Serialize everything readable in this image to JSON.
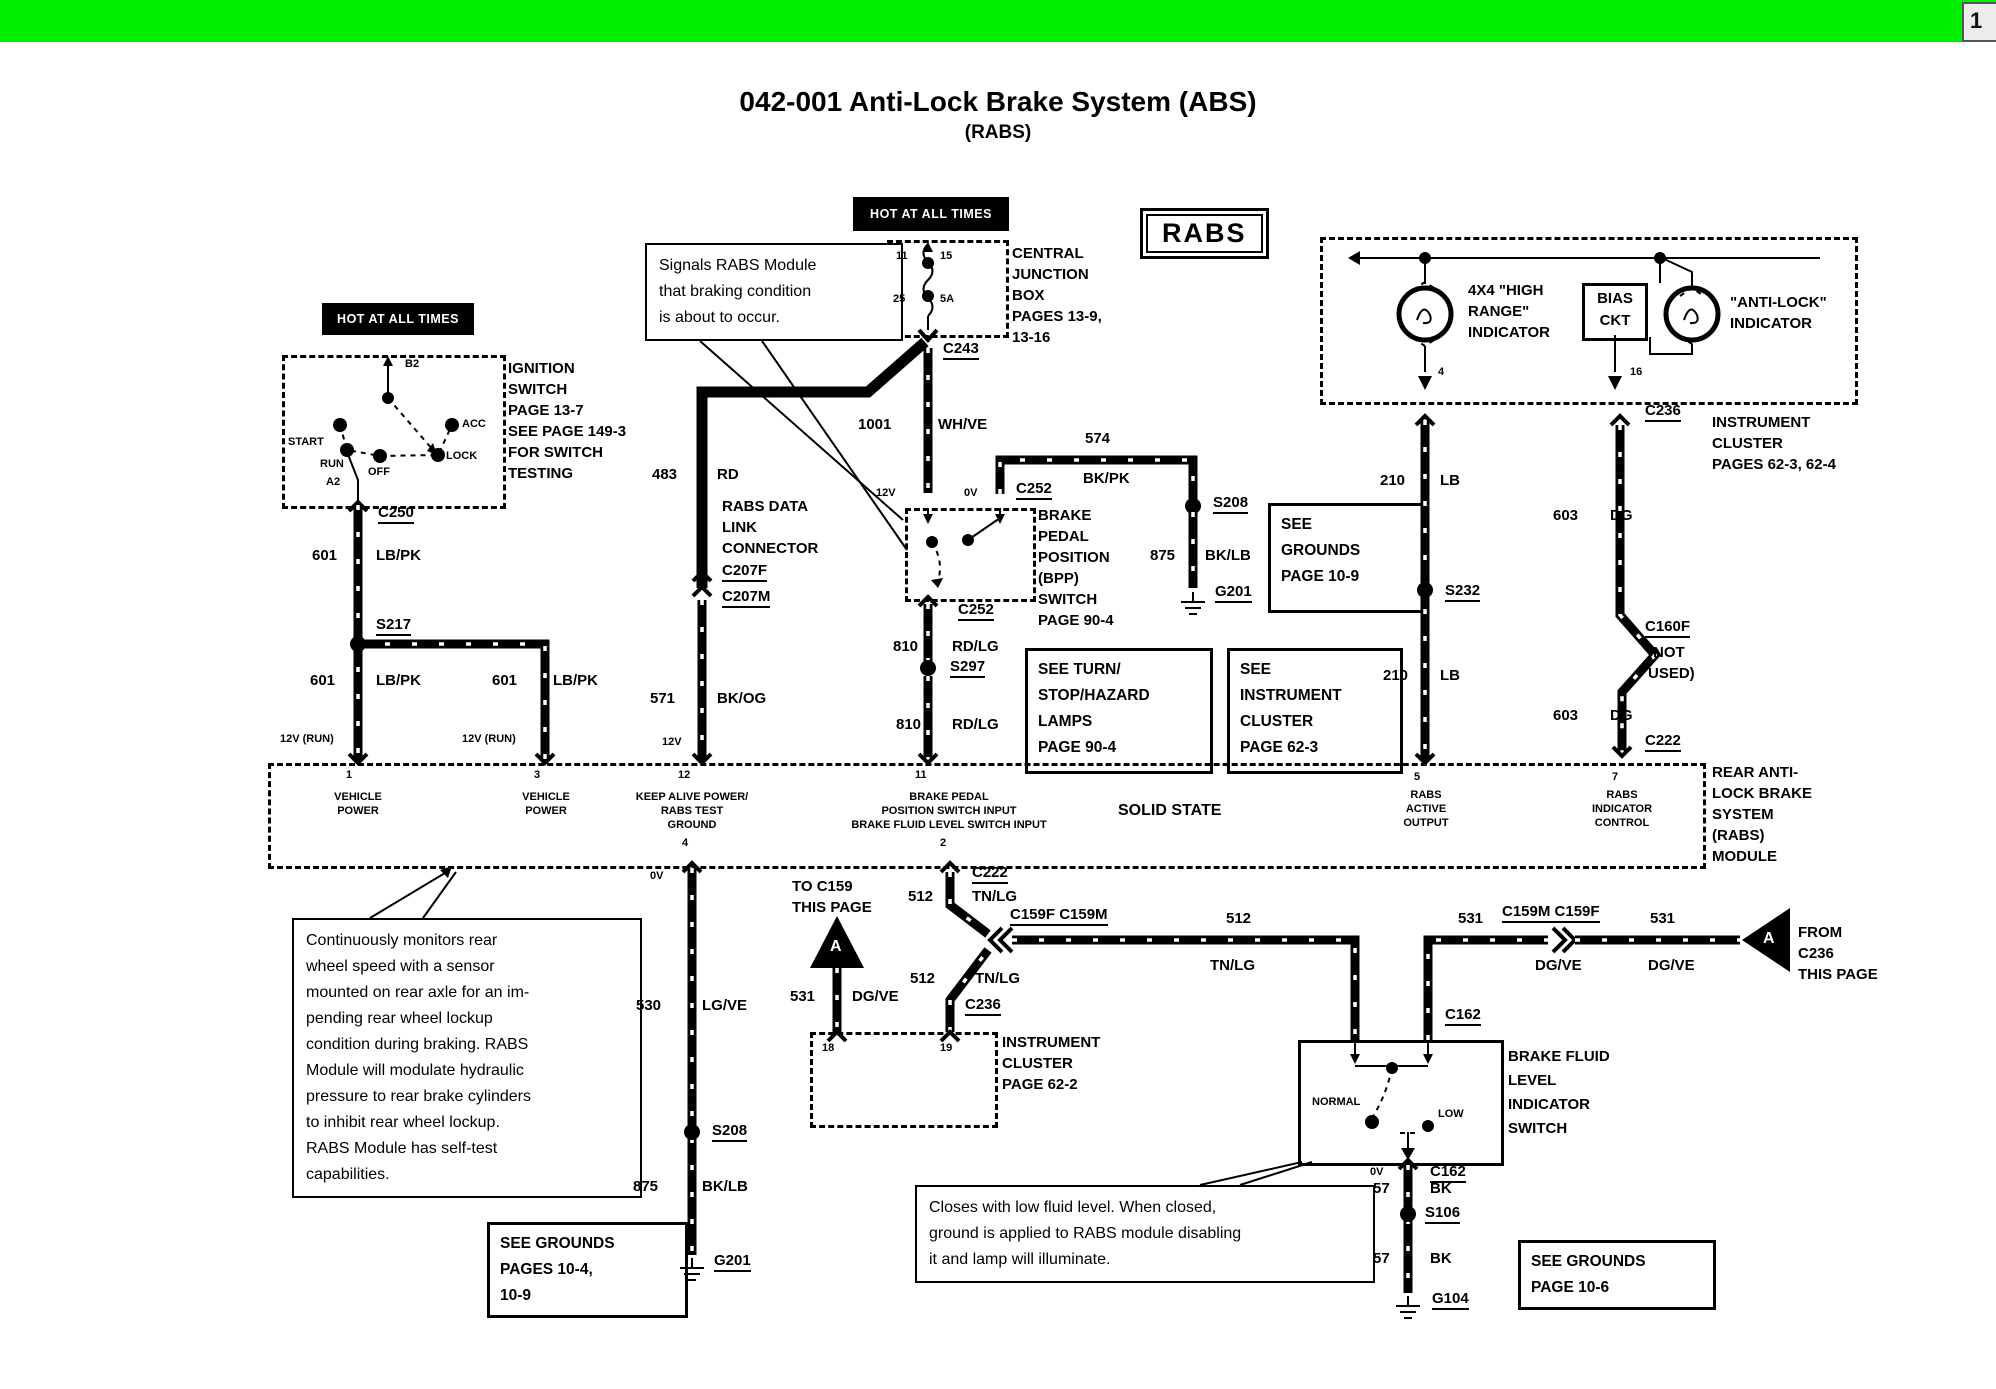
{
  "page": {
    "tab": "1",
    "green_hex": "#00ee00"
  },
  "title": {
    "main": "042-001 Anti-Lock Brake System (ABS)",
    "sub": "(RABS)"
  },
  "banners": {
    "left": "HOT AT ALL TIMES",
    "center": "HOT AT ALL TIMES"
  },
  "ignition": {
    "caption": "IGNITION\nSWITCH\nPAGE 13-7\nSEE PAGE 149-3\nFOR SWITCH\nTESTING",
    "b2": "B2",
    "a2": "A2",
    "start": "START",
    "run": "RUN",
    "off": "OFF",
    "lock": "LOCK",
    "acc": "ACC"
  },
  "cjb": {
    "caption": "CENTRAL\nJUNCTION\nBOX\nPAGES 13-9,\n13-16",
    "pin11": "11",
    "pin15": "15",
    "pin25": "25",
    "fuse": "5A"
  },
  "rabs_badge": "RABS",
  "cluster_top": {
    "lamp_4x4": "4X4 \"HIGH\nRANGE\"\nINDICATOR",
    "bias": "BIAS\nCKT",
    "lamp_abs": "\"ANTI-LOCK\"\nINDICATOR",
    "pin4": "4",
    "pin16": "16",
    "caption": "INSTRUMENT\nCLUSTER\nPAGES 62-3, 62-4"
  },
  "rabs_data_link": "RABS DATA\nLINK\nCONNECTOR",
  "bpp": {
    "caption": "BRAKE\nPEDAL\nPOSITION\n(BPP)\nSWITCH\nPAGE 90-4"
  },
  "callouts": {
    "signal": "Signals RABS Module\nthat braking condition\nis about to occur.",
    "monitor": "Continuously monitors rear\nwheel speed with a sensor\nmounted on rear axle for an im-\npending rear wheel lockup\ncondition during braking. RABS\nModule will modulate hydraulic\npressure to rear brake cylinders\nto inhibit rear wheel lockup.\nRABS Module has self-test\ncapabilities.",
    "fluid": "Closes with low fluid level. When closed,\nground is applied to RABS module disabling\nit and lamp will illuminate."
  },
  "info_boxes": {
    "turn": "SEE TURN/\nSTOP/HAZARD\nLAMPS\nPAGE 90-4",
    "cluster": "SEE\nINSTRUMENT\nCLUSTER\nPAGE 62-3",
    "grounds_109": "SEE\nGROUNDS\nPAGE 10-9",
    "grounds_104": "SEE GROUNDS\nPAGES 10-4,\n10-9",
    "grounds_106": "SEE GROUNDS\nPAGE 10-6"
  },
  "module": {
    "pin1": "1",
    "pin3": "3",
    "pin12": "12",
    "pin11": "11",
    "pin4": "4",
    "pin2": "2",
    "pin5": "5",
    "pin7": "7",
    "fn1": "VEHICLE\nPOWER",
    "fn3": "VEHICLE\nPOWER",
    "fn12": "KEEP ALIVE POWER/\nRABS TEST\nGROUND",
    "fn11": "BRAKE PEDAL\nPOSITION SWITCH INPUT\nBRAKE FLUID LEVEL SWITCH INPUT",
    "solid_state": "SOLID STATE",
    "fn5": "RABS\nACTIVE\nOUTPUT",
    "fn7": "RABS\nINDICATOR\nCONTROL",
    "name": "REAR ANTI-\nLOCK BRAKE\nSYSTEM\n(RABS)\nMODULE"
  },
  "cluster_bottom": {
    "pin18": "18",
    "pin19": "19",
    "caption": "INSTRUMENT\nCLUSTER\nPAGE 62-2"
  },
  "fluid_switch": {
    "normal": "NORMAL",
    "low": "LOW",
    "caption": "BRAKE FLUID\nLEVEL\nINDICATOR\nSWITCH"
  },
  "wires": {
    "w601a": {
      "num": "601",
      "col": "LB/PK"
    },
    "w601b": {
      "num": "601",
      "col": "LB/PK"
    },
    "w601c": {
      "num": "601",
      "col": "LB/PK"
    },
    "w483": {
      "num": "483",
      "col": "RD"
    },
    "w571": {
      "num": "571",
      "col": "BK/OG"
    },
    "w1001": {
      "num": "1001",
      "col": "WH/VE"
    },
    "w574": {
      "num": "574",
      "col": "BK/PK"
    },
    "w875a": {
      "num": "875",
      "col": "BK/LB"
    },
    "w810a": {
      "num": "810",
      "col": "RD/LG"
    },
    "w810b": {
      "num": "810",
      "col": "RD/LG"
    },
    "w210a": {
      "num": "210",
      "col": "LB"
    },
    "w210b": {
      "num": "210",
      "col": "LB"
    },
    "w603a": {
      "num": "603",
      "col": "DG"
    },
    "w603b": {
      "num": "603",
      "col": "DG"
    },
    "w530": {
      "num": "530",
      "col": "LG/VE"
    },
    "w875b": {
      "num": "875",
      "col": "BK/LB"
    },
    "w512a": {
      "num": "512",
      "col": "TN/LG"
    },
    "w512b": {
      "num": "512",
      "col": "TN/LG"
    },
    "w512c": {
      "num": "512",
      "col": "TN/LG"
    },
    "w531a": {
      "num": "531",
      "col": "DG/VE"
    },
    "w531b": {
      "num": "531",
      "col": "DG/VE"
    },
    "w531c": {
      "num": "531",
      "col": "DG/VE"
    },
    "w57a": {
      "num": "57",
      "col": "BK"
    },
    "w57b": {
      "num": "57",
      "col": "BK"
    }
  },
  "connectors": {
    "c250": "C250",
    "s217": "S217",
    "c243": "C243",
    "c252a": "C252",
    "c252b": "C252",
    "c207f": "C207F",
    "c207m": "C207M",
    "s208a": "S208",
    "g201a": "G201",
    "s297": "S297",
    "s232": "S232",
    "c236a": "C236",
    "c160f": "C160F",
    "c160f_note": "(NOT\nUSED)",
    "c222a": "C222",
    "c222b": "C222",
    "c159fm": "C159F C159M",
    "c159mf": "C159M C159F",
    "c236b": "C236",
    "s208b": "S208",
    "g201b": "G201",
    "c162a": "C162",
    "c162b": "C162",
    "s106": "S106",
    "g104": "G104"
  },
  "volts": {
    "run_a": "12V (RUN)",
    "run_b": "12V (RUN)",
    "v12_dlc": "12V",
    "v12_bpp": "12V",
    "v0_bpp": "0V",
    "v0_pin4": "0V",
    "v0_fluid": "0V"
  },
  "offpage": {
    "to_c159": "TO C159\nTHIS PAGE",
    "from_c236": "FROM\nC236\nTHIS PAGE",
    "a1": "A",
    "a2": "A"
  }
}
